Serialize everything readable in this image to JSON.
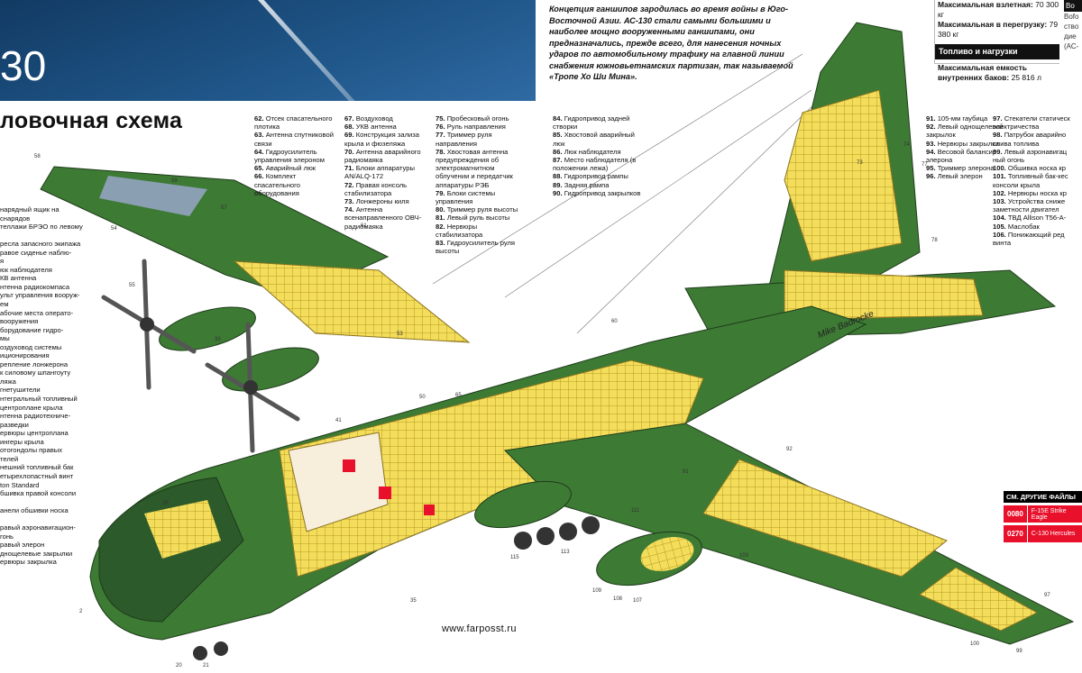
{
  "header": {
    "number_fragment": "30",
    "section_title": "ловочная схема"
  },
  "intro_text": "Концепция ганшипов зародилась во время войны в Юго-Восточной Азии. АС-130 стали самыми большими и наиболее мощно вооруженными ганшипами, они предназначались, прежде всего, для нанесения ночных ударов по автомобильному трафику на главной линии снабжения южновьетнамских партизан, так называемой «Тропе Хо Ши Мина».",
  "specs": {
    "max_takeoff_label": "Максимальная взлетная:",
    "max_takeoff_value": "70 300 кг",
    "max_overload_label": "Максимальная в перегрузку:",
    "max_overload_value": "79 380 кг",
    "fuel_header": "Топливо и нагрузки",
    "fuel_label": "Максимальная емкость внутренних баков:",
    "fuel_value": "25 816 л",
    "side_fragment_header": "Во",
    "side_fragment_lines": [
      "Bofo",
      "ство",
      "дие",
      "(АС-"
    ]
  },
  "legend_left": [
    "нарядный ящик на",
    "снарядов",
    "теллажи БРЭО по левому",
    "",
    "ресла запасного экипажа",
    "равое сиденье наблю-",
    "я",
    "юк наблюдателя",
    "КВ антенна",
    "нтенна радиокомпаса",
    "ульт управления вооруж-",
    "ем",
    "абочие места операто-",
    "вооружения",
    "борудование гидро-",
    "мы",
    "оздуховод системы",
    "иционирования",
    "репление лонжерона",
    "к силовому шпангоуту",
    "ляжа",
    "гнетушители",
    "нтегральный топливный",
    "центроплане крыла",
    "нтенна радиотехниче-",
    "разведки",
    "ервюры центроплана",
    "ингеры крыла",
    "отогондолы правых",
    "телей",
    "нешний топливный бак",
    "етырехлопастный винт",
    "ton Standard",
    "бшивка правой консоли",
    "",
    "анели обшивки носка",
    "",
    "равый аэронавигацион-",
    "гонь",
    "равый элерон",
    "днощелевые закрылки",
    "ервюры закрылка"
  ],
  "legend_col1": [
    {
      "n": "62.",
      "t": "Отсек спасательного плотика"
    },
    {
      "n": "63.",
      "t": "Антенна спутниковой связи"
    },
    {
      "n": "64.",
      "t": "Гидроусилитель управления элероном"
    },
    {
      "n": "65.",
      "t": "Аварийный люк"
    },
    {
      "n": "66.",
      "t": "Комплект спасательного оборудования"
    }
  ],
  "legend_col2": [
    {
      "n": "67.",
      "t": "Воздуховод"
    },
    {
      "n": "68.",
      "t": "УКВ антенна"
    },
    {
      "n": "69.",
      "t": "Конструкция зализа крыла и фюзеляжа"
    },
    {
      "n": "70.",
      "t": "Антенна аварийного радиомаяка"
    },
    {
      "n": "71.",
      "t": "Блоки аппаратуры AN/ALQ-172"
    },
    {
      "n": "72.",
      "t": "Правая консоль стабилизатора"
    },
    {
      "n": "73.",
      "t": "Лонжероны киля"
    },
    {
      "n": "74.",
      "t": "Антенна всенаправленного ОВЧ-радиомаяка"
    }
  ],
  "legend_col3": [
    {
      "n": "75.",
      "t": "Пробесковый огонь"
    },
    {
      "n": "76.",
      "t": "Руль направления"
    },
    {
      "n": "77.",
      "t": "Триммер руля направления"
    },
    {
      "n": "78.",
      "t": "Хвостовая антенна предупреждения об электромагнитном облучении и передатчик аппаратуры РЭБ"
    },
    {
      "n": "79.",
      "t": "Блоки системы управления"
    },
    {
      "n": "80.",
      "t": "Триммер руля высоты"
    },
    {
      "n": "81.",
      "t": "Левый руль высоты"
    },
    {
      "n": "82.",
      "t": "Нервюры стабилизатора"
    },
    {
      "n": "83.",
      "t": "Гидроусилитель руля высоты"
    }
  ],
  "legend_col4": [
    {
      "n": "84.",
      "t": "Гидропривод задней створки"
    },
    {
      "n": "85.",
      "t": "Хвостовой аварийный люк"
    },
    {
      "n": "86.",
      "t": "Люк наблюдателя"
    },
    {
      "n": "87.",
      "t": "Место наблюдателя (в положении лежа)"
    },
    {
      "n": "88.",
      "t": "Гидропривод рампы"
    },
    {
      "n": "89.",
      "t": "Задняя рампа"
    },
    {
      "n": "90.",
      "t": "Гидропривод закрылков"
    }
  ],
  "legend_col5": [
    {
      "n": "91.",
      "t": "105-мм гаубица"
    },
    {
      "n": "92.",
      "t": "Левый однощелевой закрылок"
    },
    {
      "n": "93.",
      "t": "Нервюры закрылка"
    },
    {
      "n": "94.",
      "t": "Весовой балансир элерона"
    },
    {
      "n": "95.",
      "t": "Триммер элерона"
    },
    {
      "n": "96.",
      "t": "Левый элерон"
    }
  ],
  "legend_right": [
    {
      "n": "97.",
      "t": "Стекатели статическ"
    },
    {
      "n": "",
      "t": "электричества"
    },
    {
      "n": "98.",
      "t": "Патрубок аварийно"
    },
    {
      "n": "",
      "t": "слива топлива"
    },
    {
      "n": "99.",
      "t": "Левый аэронавигац"
    },
    {
      "n": "",
      "t": "ный огонь"
    },
    {
      "n": "100.",
      "t": "Обшивка носка кр"
    },
    {
      "n": "101.",
      "t": "Топливный бак-кес"
    },
    {
      "n": "",
      "t": "консоли крыла"
    },
    {
      "n": "102.",
      "t": "Нервюры носка кр"
    },
    {
      "n": "103.",
      "t": "Устройства сниже"
    },
    {
      "n": "",
      "t": "заметности двигател"
    },
    {
      "n": "104.",
      "t": "ТВД Allison T56-A-"
    },
    {
      "n": "105.",
      "t": "Маслобак"
    },
    {
      "n": "106.",
      "t": "Понижающий ред"
    },
    {
      "n": "",
      "t": "винта"
    }
  ],
  "see_files": {
    "header": "СМ. ДРУГИЕ ФАЙЛЫ",
    "items": [
      {
        "code": "0080",
        "name": "F-15E Strike Eagle"
      },
      {
        "code": "0270",
        "name": "C-130 Hercules"
      }
    ]
  },
  "site": "www.farposst.ru",
  "signature": "Mike Badrocke",
  "callouts": {
    "c2": "2",
    "c20": "20",
    "c21": "21",
    "c28": "28",
    "c33": "33",
    "c35": "35",
    "c41": "41",
    "c50": "50",
    "c53": "53",
    "c54": "54",
    "c55": "55",
    "c57": "57",
    "c58": "58",
    "c59": "59",
    "c60": "60",
    "c61": "61",
    "c65": "65",
    "c73": "73",
    "c74": "74",
    "c77": "77",
    "c78": "78",
    "c91": "91",
    "c92": "92",
    "c97": "97",
    "c99": "99",
    "c100": "100",
    "c103": "103",
    "c107": "107",
    "c108": "108",
    "c109": "109",
    "c111": "111",
    "c113": "113",
    "c115": "115"
  },
  "colors": {
    "camo_green": "#3d7a34",
    "camo_dark": "#2c5a2a",
    "camo_grey": "#8b9fb2",
    "structure_yellow": "#f3dd5a",
    "accent_red": "#e8102a",
    "sky_blue": "#1e5486"
  }
}
